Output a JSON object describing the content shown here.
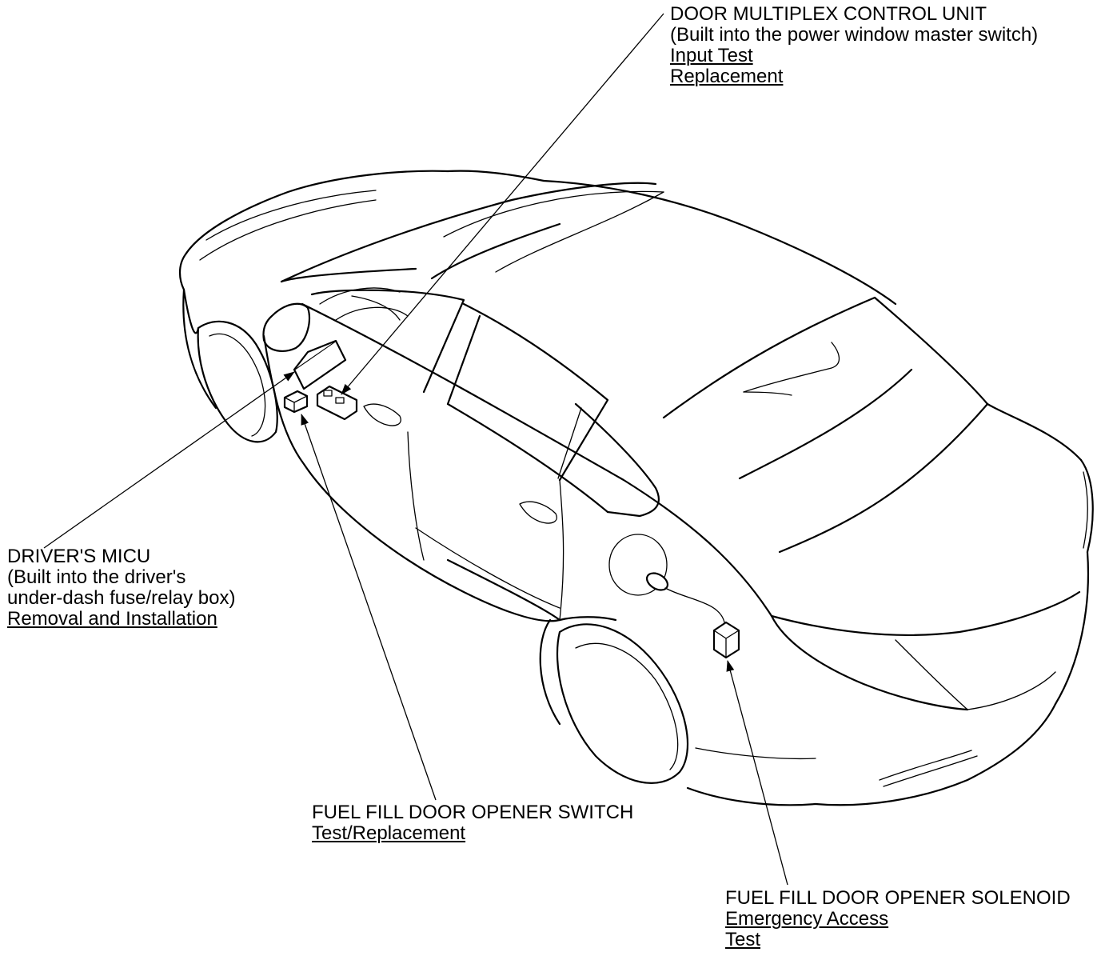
{
  "callouts": {
    "door_multiplex": {
      "title": "DOOR MULTIPLEX CONTROL UNIT",
      "note": "(Built into the power window master switch)",
      "links": [
        "Input Test",
        "Replacement"
      ]
    },
    "drivers_micu": {
      "title": "DRIVER'S MICU",
      "note_line1": "(Built into the driver's",
      "note_line2": "under-dash fuse/relay box)",
      "links": [
        "Removal and Installation"
      ]
    },
    "fuel_switch": {
      "title": "FUEL FILL DOOR OPENER SWITCH",
      "links": [
        "Test/Replacement"
      ]
    },
    "fuel_solenoid": {
      "title": "FUEL FILL DOOR OPENER SOLENOID",
      "links": [
        "Emergency Access",
        "Test"
      ]
    }
  }
}
